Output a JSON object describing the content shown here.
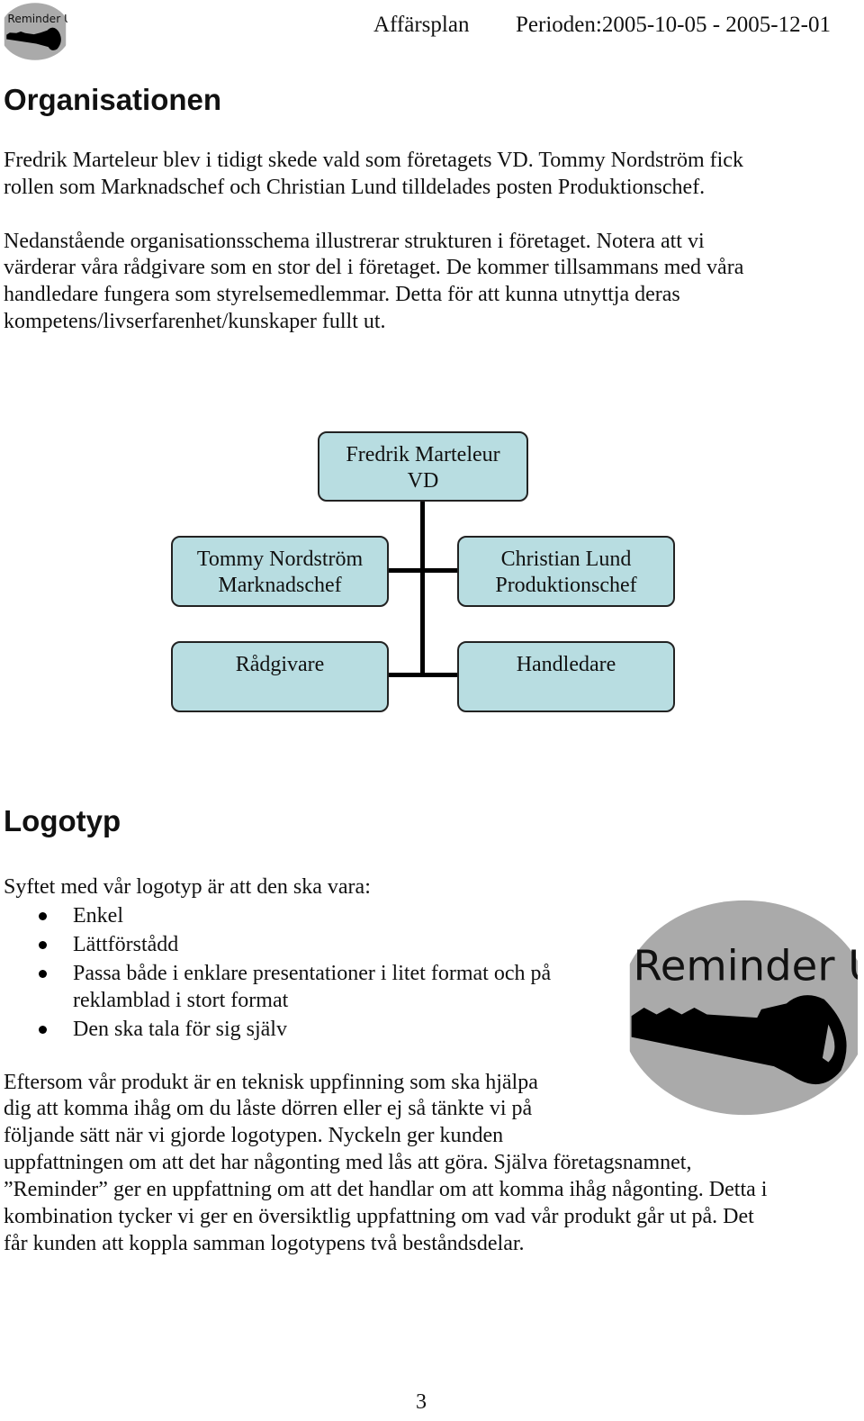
{
  "header": {
    "logo_text": "Reminder UF",
    "doc_title": "Affärsplan",
    "period": "Perioden:2005-10-05 - 2005-12-01"
  },
  "organisation": {
    "heading": "Organisationen",
    "para1": [
      "Fredrik Marteleur blev i tidigt skede vald som företagets VD. Tommy Nordström fick",
      "rollen som Marknadschef och Christian Lund tilldelades posten Produktionschef."
    ],
    "para2": [
      "Nedanstående organisationsschema illustrerar strukturen i företaget. Notera att vi",
      "värderar våra rådgivare som en stor del i företaget. De kommer tillsammans med våra",
      "handledare fungera som styrelsemedlemmar. Detta för att kunna utnyttja deras",
      "kompetens/livserfarenhet/kunskaper fullt ut."
    ],
    "chart": {
      "top": {
        "name": "Fredrik Marteleur",
        "role": "VD"
      },
      "left": {
        "name": "Tommy Nordström",
        "role": "Marknadschef"
      },
      "right": {
        "name": "Christian Lund",
        "role": "Produktionschef"
      },
      "bottom_left": "Rådgivare",
      "bottom_right": "Handledare"
    }
  },
  "logotyp": {
    "heading": "Logotyp",
    "intro": "Syftet med vår logotyp är att den ska vara:",
    "bullets": [
      "Enkel",
      "Lättförstådd",
      "Passa både i enklare presentationer i litet format och på",
      "reklamblad i stort format",
      "Den ska tala för sig själv"
    ],
    "para": [
      "Eftersom vår produkt är en teknisk uppfinning som ska hjälpa",
      "dig att komma ihåg om du låste dörren eller ej så tänkte vi på",
      "följande sätt när vi gjorde logotypen. Nyckeln ger kunden",
      "uppfattningen om att det har någonting med lås att göra. Själva företagsnamnet,",
      "”Reminder” ger en uppfattning om att det handlar om att komma ihåg någonting. Detta i",
      "kombination tycker vi ger en översiktlig uppfattning om vad vår produkt går ut på. Det",
      "får kunden att koppla samman logotypens två beståndsdelar."
    ],
    "logo_text": "Reminder UF"
  },
  "page_number": "3"
}
